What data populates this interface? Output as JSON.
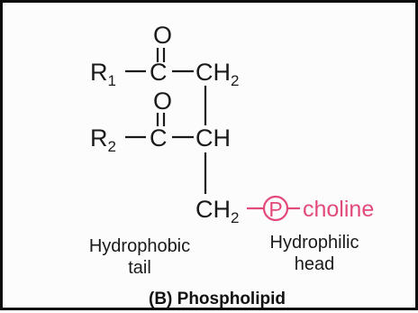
{
  "structure": {
    "carbonyl_o_1": "O",
    "r1": "R",
    "r1_sub": "1",
    "c1": "C",
    "ch2_top": "CH",
    "ch2_top_sub": "2",
    "carbonyl_o_2": "O",
    "r2": "R",
    "r2_sub": "2",
    "c2": "C",
    "ch_mid": "CH",
    "ch2_bottom": "CH",
    "ch2_bottom_sub": "2",
    "phosphate": "P",
    "choline": "choline"
  },
  "labels": {
    "tail_line1": "Hydrophobic",
    "tail_line2": "tail",
    "head_line1": "Hydrophilic",
    "head_line2": "head"
  },
  "caption": "(B) Phospholipid",
  "colors": {
    "ink": "#1a1a1a",
    "hydrophilic_pink": "#e24a7a"
  }
}
